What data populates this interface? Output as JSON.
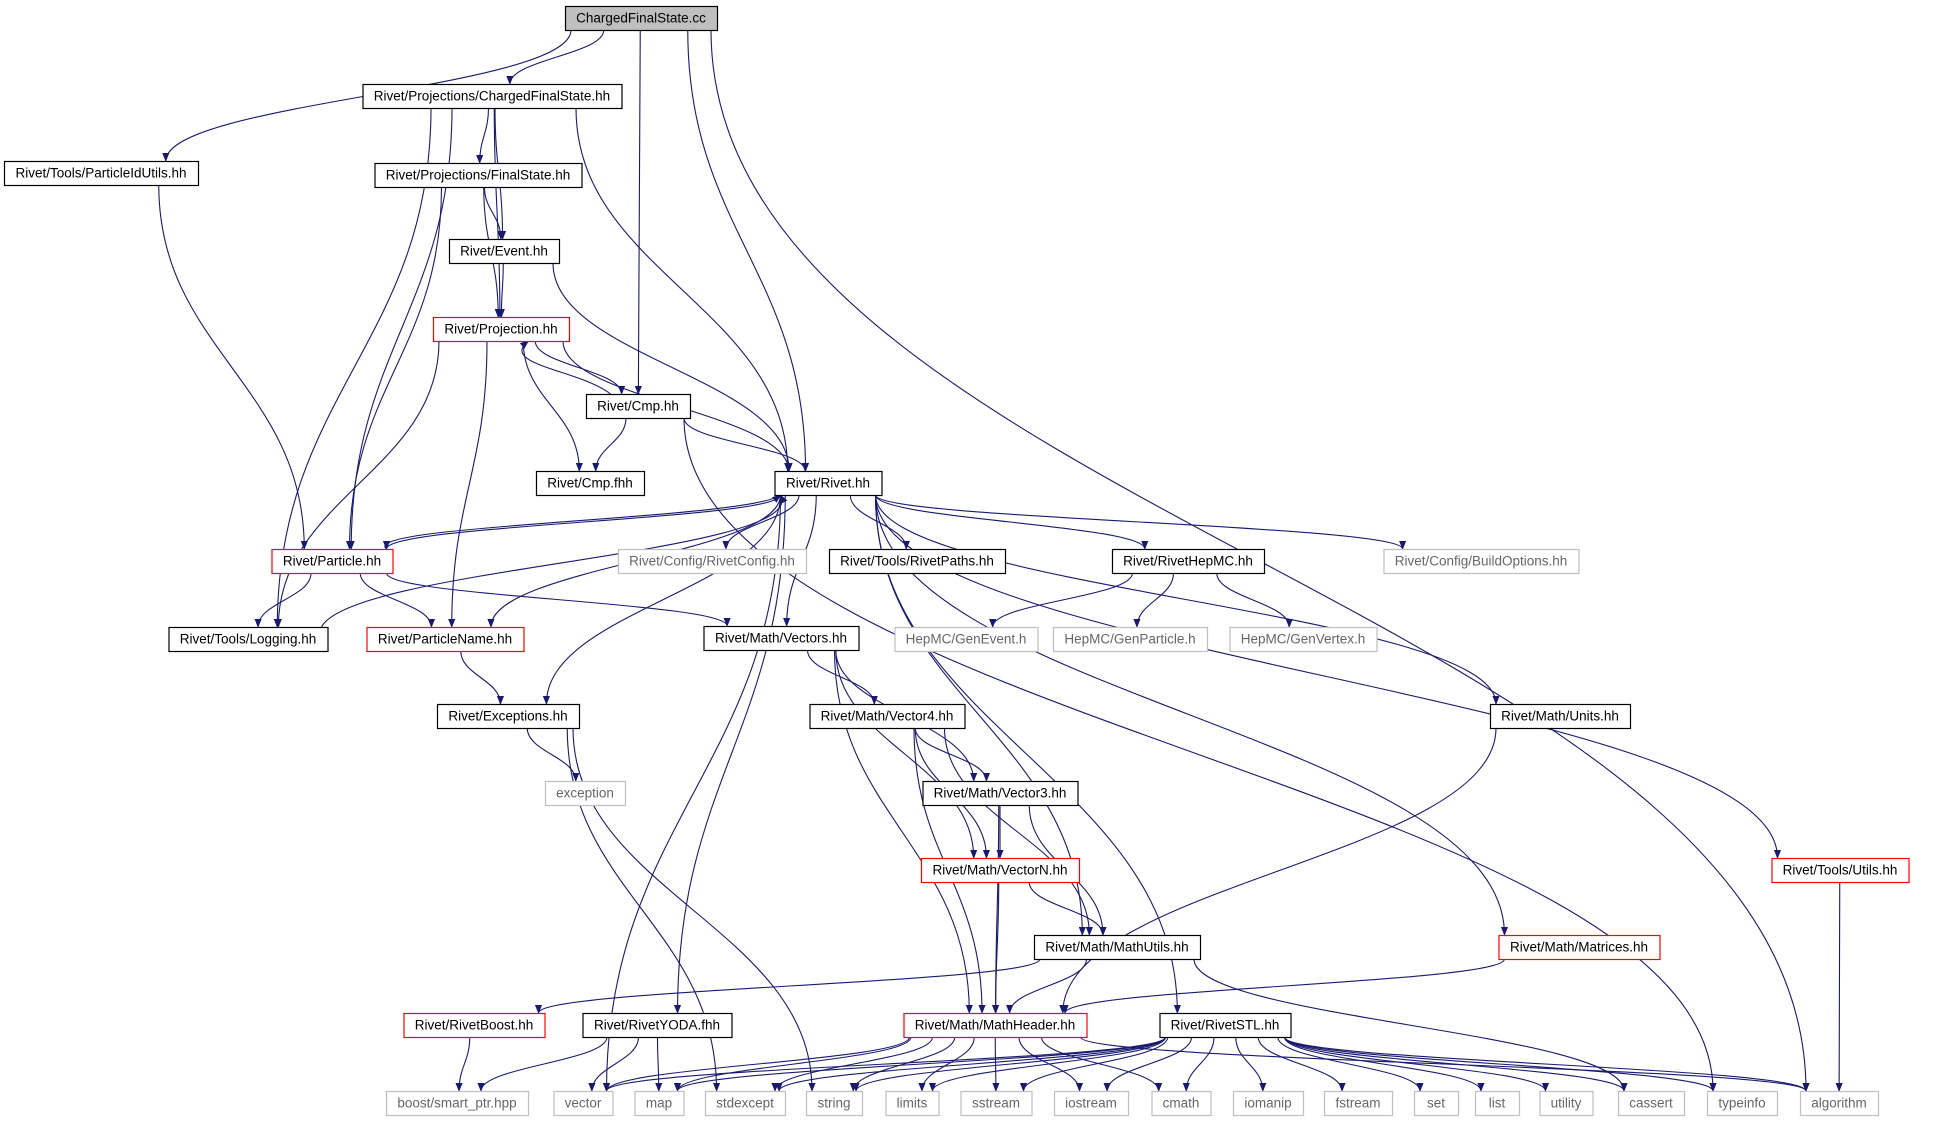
{
  "nodes": {
    "root": {
      "label": "ChargedFinalState.cc",
      "style": "root"
    },
    "pchfs": {
      "label": "Rivet/Projections/ChargedFinalState.hh",
      "style": "normal"
    },
    "pidu": {
      "label": "Rivet/Tools/ParticleIdUtils.hh",
      "style": "normal"
    },
    "pfs": {
      "label": "Rivet/Projections/FinalState.hh",
      "style": "normal"
    },
    "event": {
      "label": "Rivet/Event.hh",
      "style": "normal"
    },
    "proj": {
      "label": "Rivet/Projection.hh",
      "style": "red"
    },
    "cmp": {
      "label": "Rivet/Cmp.hh",
      "style": "normal"
    },
    "cmpf": {
      "label": "Rivet/Cmp.fhh",
      "style": "normal"
    },
    "rivet": {
      "label": "Rivet/Rivet.hh",
      "style": "normal"
    },
    "particle": {
      "label": "Rivet/Particle.hh",
      "style": "red"
    },
    "rconfig": {
      "label": "Rivet/Config/RivetConfig.hh",
      "style": "gray"
    },
    "rpaths": {
      "label": "Rivet/Tools/RivetPaths.hh",
      "style": "normal"
    },
    "hepmc": {
      "label": "Rivet/RivetHepMC.hh",
      "style": "normal"
    },
    "bopts": {
      "label": "Rivet/Config/BuildOptions.hh",
      "style": "gray"
    },
    "logging": {
      "label": "Rivet/Tools/Logging.hh",
      "style": "normal"
    },
    "pname": {
      "label": "Rivet/ParticleName.hh",
      "style": "red"
    },
    "vectors": {
      "label": "Rivet/Math/Vectors.hh",
      "style": "normal"
    },
    "genevent": {
      "label": "HepMC/GenEvent.h",
      "style": "gray"
    },
    "genpart": {
      "label": "HepMC/GenParticle.h",
      "style": "gray"
    },
    "genvert": {
      "label": "HepMC/GenVertex.h",
      "style": "gray"
    },
    "exceptions": {
      "label": "Rivet/Exceptions.hh",
      "style": "normal"
    },
    "vector4": {
      "label": "Rivet/Math/Vector4.hh",
      "style": "normal"
    },
    "units": {
      "label": "Rivet/Math/Units.hh",
      "style": "normal"
    },
    "exception": {
      "label": "exception",
      "style": "gray"
    },
    "vector3": {
      "label": "Rivet/Math/Vector3.hh",
      "style": "normal"
    },
    "vectorn": {
      "label": "Rivet/Math/VectorN.hh",
      "style": "red"
    },
    "tutils": {
      "label": "Rivet/Tools/Utils.hh",
      "style": "red"
    },
    "mathutils": {
      "label": "Rivet/Math/MathUtils.hh",
      "style": "normal"
    },
    "matrices": {
      "label": "Rivet/Math/Matrices.hh",
      "style": "red"
    },
    "rboost": {
      "label": "Rivet/RivetBoost.hh",
      "style": "red"
    },
    "ryoda": {
      "label": "Rivet/RivetYODA.fhh",
      "style": "normal"
    },
    "mheader": {
      "label": "Rivet/Math/MathHeader.hh",
      "style": "red"
    },
    "rstl": {
      "label": "Rivet/RivetSTL.hh",
      "style": "normal"
    },
    "smartptr": {
      "label": "boost/smart_ptr.hpp",
      "style": "gray"
    },
    "vector": {
      "label": "vector",
      "style": "gray"
    },
    "map": {
      "label": "map",
      "style": "gray"
    },
    "stdexcept": {
      "label": "stdexcept",
      "style": "gray"
    },
    "string": {
      "label": "string",
      "style": "gray"
    },
    "limits": {
      "label": "limits",
      "style": "gray"
    },
    "sstream": {
      "label": "sstream",
      "style": "gray"
    },
    "iostream": {
      "label": "iostream",
      "style": "gray"
    },
    "cmath": {
      "label": "cmath",
      "style": "gray"
    },
    "iomanip": {
      "label": "iomanip",
      "style": "gray"
    },
    "fstream": {
      "label": "fstream",
      "style": "gray"
    },
    "set": {
      "label": "set",
      "style": "gray"
    },
    "list": {
      "label": "list",
      "style": "gray"
    },
    "utility": {
      "label": "utility",
      "style": "gray"
    },
    "cassert": {
      "label": "cassert",
      "style": "gray"
    },
    "typeinfo": {
      "label": "typeinfo",
      "style": "gray"
    },
    "algorithm": {
      "label": "algorithm",
      "style": "gray"
    }
  },
  "edges": [
    [
      "root",
      "pchfs"
    ],
    [
      "root",
      "pidu"
    ],
    [
      "root",
      "cmp"
    ],
    [
      "root",
      "rivet"
    ],
    [
      "root",
      "algorithm"
    ],
    [
      "pchfs",
      "pfs"
    ],
    [
      "pchfs",
      "event"
    ],
    [
      "pchfs",
      "proj"
    ],
    [
      "pchfs",
      "rivet"
    ],
    [
      "pchfs",
      "particle"
    ],
    [
      "pchfs",
      "logging"
    ],
    [
      "pidu",
      "particle"
    ],
    [
      "pfs",
      "event"
    ],
    [
      "pfs",
      "proj"
    ],
    [
      "pfs",
      "particle"
    ],
    [
      "event",
      "proj"
    ],
    [
      "event",
      "rivet"
    ],
    [
      "proj",
      "cmp"
    ],
    [
      "proj",
      "cmpf"
    ],
    [
      "proj",
      "rivet"
    ],
    [
      "proj",
      "pname"
    ],
    [
      "proj",
      "logging"
    ],
    [
      "cmp",
      "proj"
    ],
    [
      "cmp",
      "cmpf"
    ],
    [
      "cmp",
      "rivet"
    ],
    [
      "cmp",
      "typeinfo"
    ],
    [
      "rivet",
      "particle"
    ],
    [
      "rivet",
      "rconfig"
    ],
    [
      "rivet",
      "rpaths"
    ],
    [
      "rivet",
      "hepmc"
    ],
    [
      "rivet",
      "bopts"
    ],
    [
      "rivet",
      "pname"
    ],
    [
      "rivet",
      "exceptions"
    ],
    [
      "rivet",
      "units"
    ],
    [
      "rivet",
      "mathutils"
    ],
    [
      "rivet",
      "matrices"
    ],
    [
      "rivet",
      "tutils"
    ],
    [
      "rivet",
      "rstl"
    ],
    [
      "rivet",
      "vector"
    ],
    [
      "rivet",
      "ryoda"
    ],
    [
      "rivet",
      "vectors"
    ],
    [
      "particle",
      "logging"
    ],
    [
      "particle",
      "pname"
    ],
    [
      "particle",
      "vectors"
    ],
    [
      "particle",
      "rivet"
    ],
    [
      "logging",
      "rivet"
    ],
    [
      "hepmc",
      "genevent"
    ],
    [
      "hepmc",
      "genpart"
    ],
    [
      "hepmc",
      "genvert"
    ],
    [
      "pname",
      "exceptions"
    ],
    [
      "vectors",
      "vector4"
    ],
    [
      "vectors",
      "vector3"
    ],
    [
      "vectors",
      "vectorn"
    ],
    [
      "vectors",
      "mheader"
    ],
    [
      "exceptions",
      "exception"
    ],
    [
      "exceptions",
      "stdexcept"
    ],
    [
      "exceptions",
      "string"
    ],
    [
      "vector4",
      "vector3"
    ],
    [
      "vector4",
      "vectorn"
    ],
    [
      "vector4",
      "mathutils"
    ],
    [
      "vector4",
      "mheader"
    ],
    [
      "vector3",
      "vectorn"
    ],
    [
      "vector3",
      "mathutils"
    ],
    [
      "vector3",
      "mheader"
    ],
    [
      "vectorn",
      "mathutils"
    ],
    [
      "vectorn",
      "mheader"
    ],
    [
      "units",
      "mheader"
    ],
    [
      "tutils",
      "algorithm"
    ],
    [
      "mathutils",
      "mheader"
    ],
    [
      "mathutils",
      "rboost"
    ],
    [
      "mathutils",
      "cassert"
    ],
    [
      "matrices",
      "mheader"
    ],
    [
      "rboost",
      "smartptr"
    ],
    [
      "ryoda",
      "smartptr"
    ],
    [
      "ryoda",
      "vector"
    ],
    [
      "ryoda",
      "map"
    ],
    [
      "mheader",
      "stdexcept"
    ],
    [
      "mheader",
      "string"
    ],
    [
      "mheader",
      "limits"
    ],
    [
      "mheader",
      "sstream"
    ],
    [
      "mheader",
      "iostream"
    ],
    [
      "mheader",
      "cmath"
    ],
    [
      "mheader",
      "map"
    ],
    [
      "mheader",
      "vector"
    ],
    [
      "mheader",
      "algorithm"
    ],
    [
      "rstl",
      "vector"
    ],
    [
      "rstl",
      "map"
    ],
    [
      "rstl",
      "stdexcept"
    ],
    [
      "rstl",
      "string"
    ],
    [
      "rstl",
      "limits"
    ],
    [
      "rstl",
      "sstream"
    ],
    [
      "rstl",
      "iostream"
    ],
    [
      "rstl",
      "cmath"
    ],
    [
      "rstl",
      "iomanip"
    ],
    [
      "rstl",
      "fstream"
    ],
    [
      "rstl",
      "set"
    ],
    [
      "rstl",
      "list"
    ],
    [
      "rstl",
      "utility"
    ],
    [
      "rstl",
      "cassert"
    ],
    [
      "rstl",
      "typeinfo"
    ],
    [
      "rstl",
      "algorithm"
    ]
  ],
  "colors": {
    "edge": "#191970",
    "root_fill": "#bfbfbf",
    "box_border": "#000000",
    "red_border": "#ff0000",
    "gray_border": "#bfbfbf",
    "text": "#000000",
    "gray_text": "#666666"
  }
}
